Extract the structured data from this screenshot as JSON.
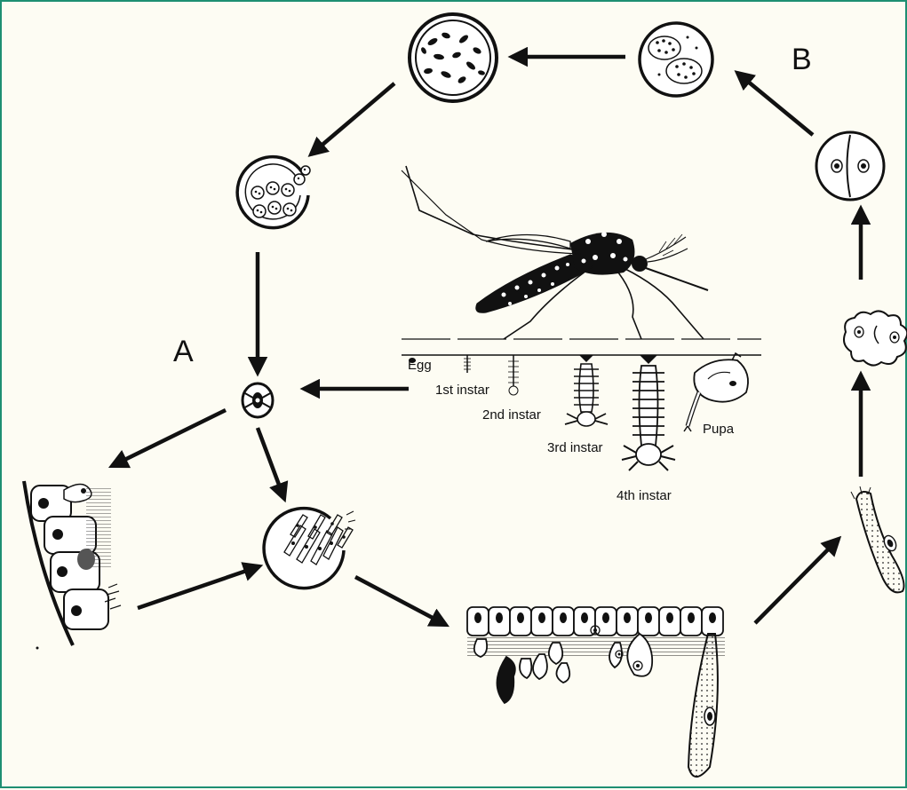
{
  "labels": {
    "stage_a": "A",
    "stage_b": "B",
    "egg": "Egg",
    "instar_1": "1st instar",
    "instar_2": "2nd instar",
    "instar_3": "3rd instar",
    "instar_4": "4th instar",
    "pupa": "Pupa"
  },
  "colors": {
    "border": "#1e8f72",
    "background": "#fdfcf3",
    "ink": "#111111"
  }
}
